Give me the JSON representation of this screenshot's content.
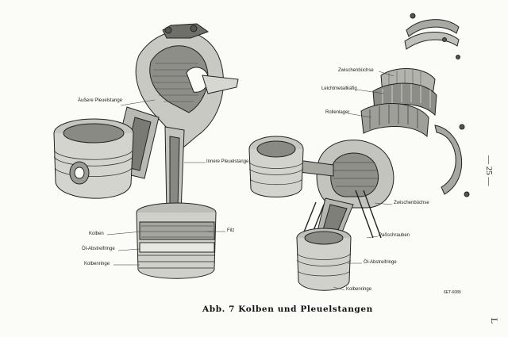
{
  "page_number": "— 25 —",
  "side_mark": "L",
  "caption": "Abb. 7   Kolben und Pleuelstangen",
  "figure_code": "6ET-6089",
  "labels_left": {
    "outer_rod": "Äußere Pleuelstange",
    "inner_rod": "Innere Pleuelstange",
    "felt": "Filz",
    "piston": "Kolben",
    "oil_ring": "Öl-Abstreifringe",
    "piston_rings": "Kolbenringe"
  },
  "labels_right": {
    "bushing_top": "Zwischenbüchse",
    "light_cage": "Leichtmetallkäfig",
    "roller_bearing": "Rollenlager",
    "bushing_bottom": "Zwischenbüchse",
    "fitting_bolts": "Paßschrauben",
    "oil_ring": "Öl-Abstreifringe",
    "piston_rings": "Kolbenringe"
  }
}
